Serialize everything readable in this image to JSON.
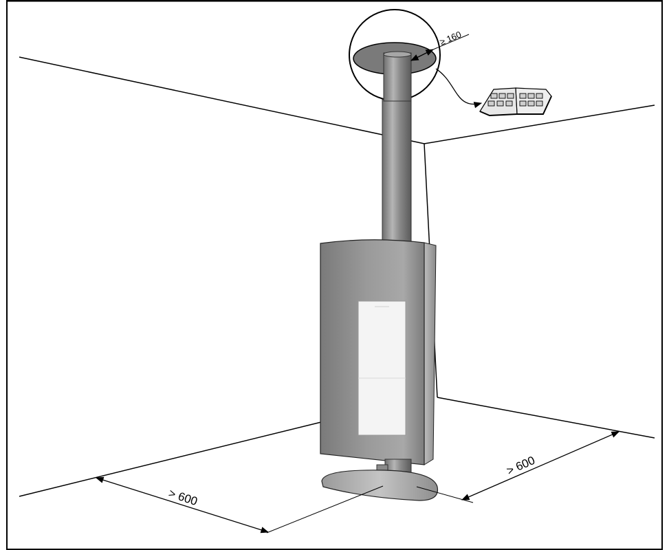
{
  "diagram": {
    "labels": {
      "flue_clearance": "≥ 160",
      "floor_clearance_left": "> 600",
      "floor_clearance_right": "> 600"
    },
    "icons": {
      "manual": "open-book-icon"
    },
    "colors": {
      "line": "#000000",
      "stove_body": "#8c8c8c",
      "ceiling_collar": "#7a7a7a",
      "window": "#f4f4f4",
      "background": "#ffffff"
    }
  }
}
